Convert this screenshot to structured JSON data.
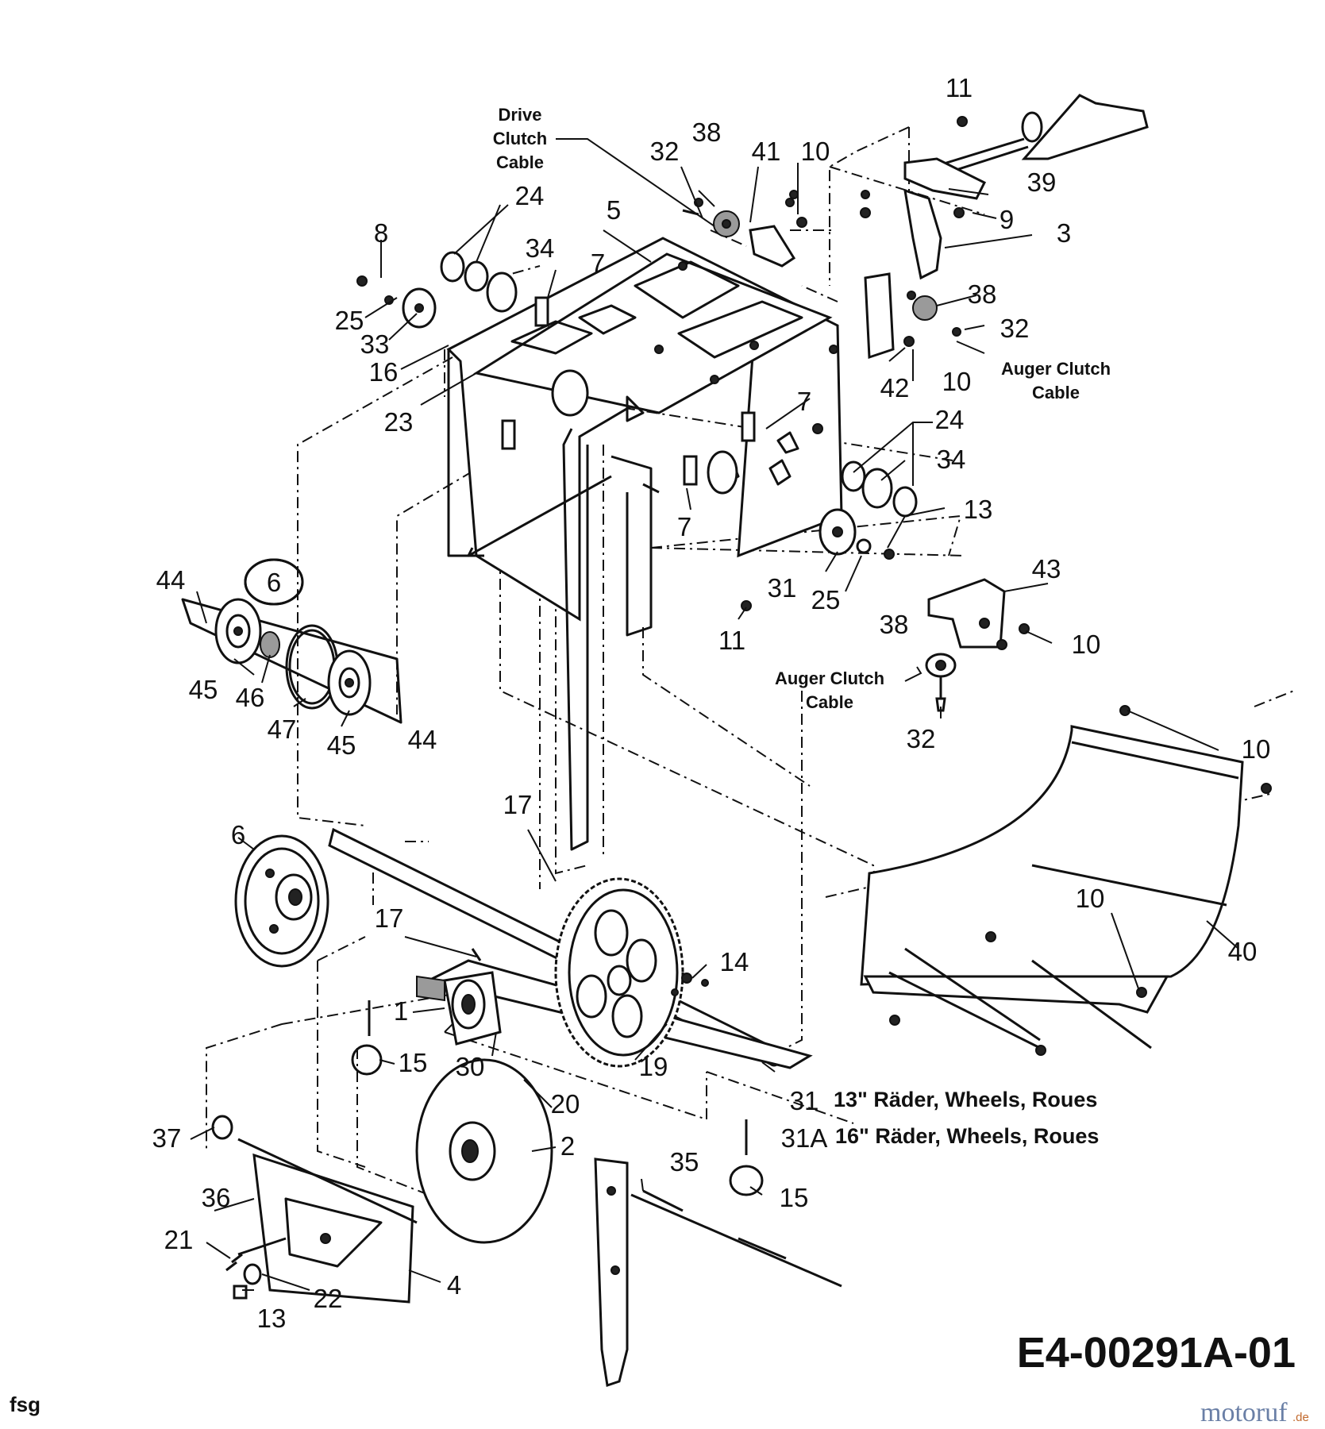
{
  "diagram": {
    "code": "E4-00291A-01",
    "corner_mark": "fsg",
    "watermark": {
      "main": "motoruf",
      "suffix": ".de"
    },
    "captions": {
      "drive_clutch_cable": [
        "Drive",
        "Clutch",
        "Cable"
      ],
      "auger_clutch_cable_top": [
        "Auger Clutch",
        "Cable"
      ],
      "auger_clutch_cable_mid": [
        "Auger Clutch",
        "Cable"
      ]
    },
    "notes": {
      "wheels_13": "13\" Räder, Wheels, Roues",
      "wheels_16": "16\" Räder, Wheels, Roues"
    },
    "part_labels": [
      {
        "id": "11"
      },
      {
        "id": "11"
      },
      {
        "id": "39"
      },
      {
        "id": "9"
      },
      {
        "id": "3"
      },
      {
        "id": "38"
      },
      {
        "id": "38"
      },
      {
        "id": "38"
      },
      {
        "id": "32"
      },
      {
        "id": "32"
      },
      {
        "id": "32"
      },
      {
        "id": "41"
      },
      {
        "id": "10"
      },
      {
        "id": "10"
      },
      {
        "id": "10"
      },
      {
        "id": "10"
      },
      {
        "id": "10"
      },
      {
        "id": "5"
      },
      {
        "id": "24"
      },
      {
        "id": "24"
      },
      {
        "id": "34"
      },
      {
        "id": "34"
      },
      {
        "id": "8"
      },
      {
        "id": "7"
      },
      {
        "id": "7"
      },
      {
        "id": "7"
      },
      {
        "id": "25"
      },
      {
        "id": "25"
      },
      {
        "id": "33"
      },
      {
        "id": "16"
      },
      {
        "id": "23"
      },
      {
        "id": "42"
      },
      {
        "id": "13"
      },
      {
        "id": "13"
      },
      {
        "id": "31"
      },
      {
        "id": "31"
      },
      {
        "id": "43"
      },
      {
        "id": "44"
      },
      {
        "id": "44"
      },
      {
        "id": "6"
      },
      {
        "id": "6"
      },
      {
        "id": "45"
      },
      {
        "id": "45"
      },
      {
        "id": "46"
      },
      {
        "id": "47"
      },
      {
        "id": "40"
      },
      {
        "id": "17"
      },
      {
        "id": "17"
      },
      {
        "id": "14"
      },
      {
        "id": "1"
      },
      {
        "id": "15"
      },
      {
        "id": "15"
      },
      {
        "id": "30"
      },
      {
        "id": "19"
      },
      {
        "id": "20"
      },
      {
        "id": "31A"
      },
      {
        "id": "2"
      },
      {
        "id": "37"
      },
      {
        "id": "35"
      },
      {
        "id": "36"
      },
      {
        "id": "21"
      },
      {
        "id": "22"
      },
      {
        "id": "4"
      }
    ]
  }
}
